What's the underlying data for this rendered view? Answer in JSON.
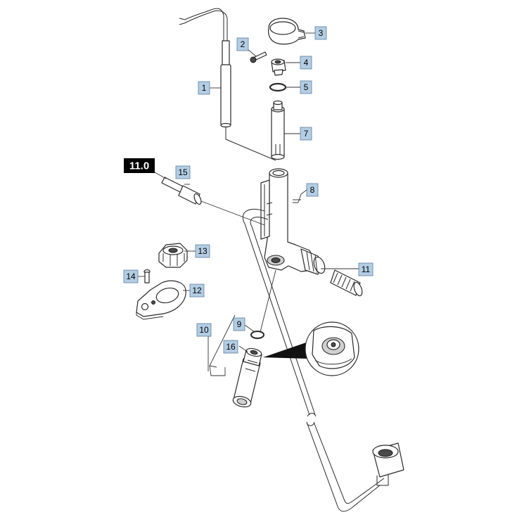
{
  "reference_tag": "11.0",
  "callouts": [
    {
      "id": "1",
      "label": "1"
    },
    {
      "id": "2",
      "label": "2"
    },
    {
      "id": "3",
      "label": "3"
    },
    {
      "id": "4",
      "label": "4"
    },
    {
      "id": "5",
      "label": "5"
    },
    {
      "id": "7",
      "label": "7"
    },
    {
      "id": "8",
      "label": "8"
    },
    {
      "id": "9",
      "label": "9"
    },
    {
      "id": "10",
      "label": "10"
    },
    {
      "id": "11",
      "label": "11"
    },
    {
      "id": "12",
      "label": "12"
    },
    {
      "id": "13",
      "label": "13"
    },
    {
      "id": "14",
      "label": "14"
    },
    {
      "id": "15",
      "label": "15"
    },
    {
      "id": "16",
      "label": "16"
    }
  ],
  "colors": {
    "callout_fill": "#b3cde3",
    "callout_border": "#5b7fa0",
    "reference_fill": "#000000",
    "reference_text": "#ffffff",
    "line": "#2a2a2a"
  }
}
